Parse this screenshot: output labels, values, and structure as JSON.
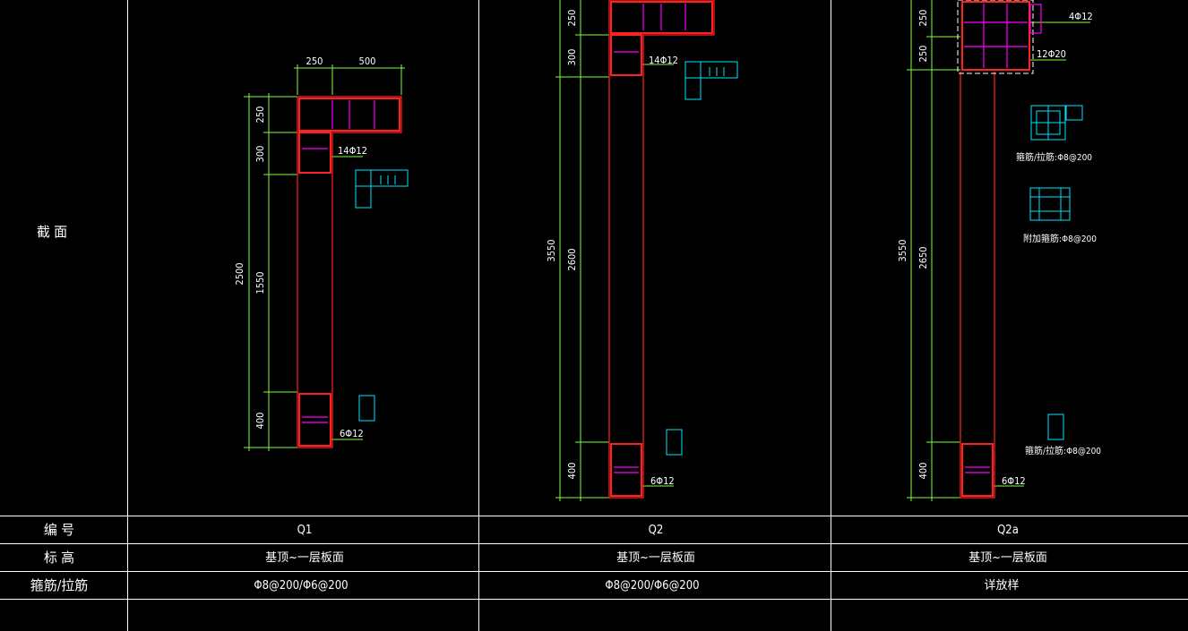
{
  "table": {
    "row_labels": {
      "section": "截 面",
      "number": "编 号",
      "elevation": "标 高",
      "stirrup": "箍筋/拉筋"
    },
    "columns": [
      {
        "number": "Q1",
        "elevation": "基顶~一层板面",
        "stirrup": "Φ8@200/Φ6@200"
      },
      {
        "number": "Q2",
        "elevation": "基顶~一层板面",
        "stirrup": "Φ8@200/Φ6@200"
      },
      {
        "number": "Q2a",
        "elevation": "基顶~一层板面",
        "stirrup": "详放样"
      }
    ]
  },
  "q1": {
    "top_dims": [
      "250",
      "500"
    ],
    "left_dims": [
      "250",
      "300",
      "1550",
      "400"
    ],
    "total_dim": "2500",
    "rebar_upper": "14Φ12",
    "rebar_lower": "6Φ12"
  },
  "q2": {
    "left_dims": [
      "250",
      "300",
      "2600",
      "400"
    ],
    "total_dim": "3550",
    "rebar_upper": "14Φ12",
    "rebar_lower": "6Φ12"
  },
  "q2a": {
    "left_dims": [
      "250",
      "250",
      "2650",
      "400"
    ],
    "total_dim": "3550",
    "rebar_top": "4Φ12",
    "rebar_mid": "12Φ20",
    "rebar_lower": "6Φ12",
    "detail1": "箍筋/拉筋:Φ8@200",
    "detail2": "附加箍筋:Φ8@200",
    "detail3": "箍筋/拉筋:Φ8@200"
  },
  "colors": {
    "background": "#000000",
    "grid": "#ffffff",
    "outline": "#ff2020",
    "rebar": "#ff00ff",
    "dimension": "#7cff3a",
    "detail": "#00e5ff"
  }
}
